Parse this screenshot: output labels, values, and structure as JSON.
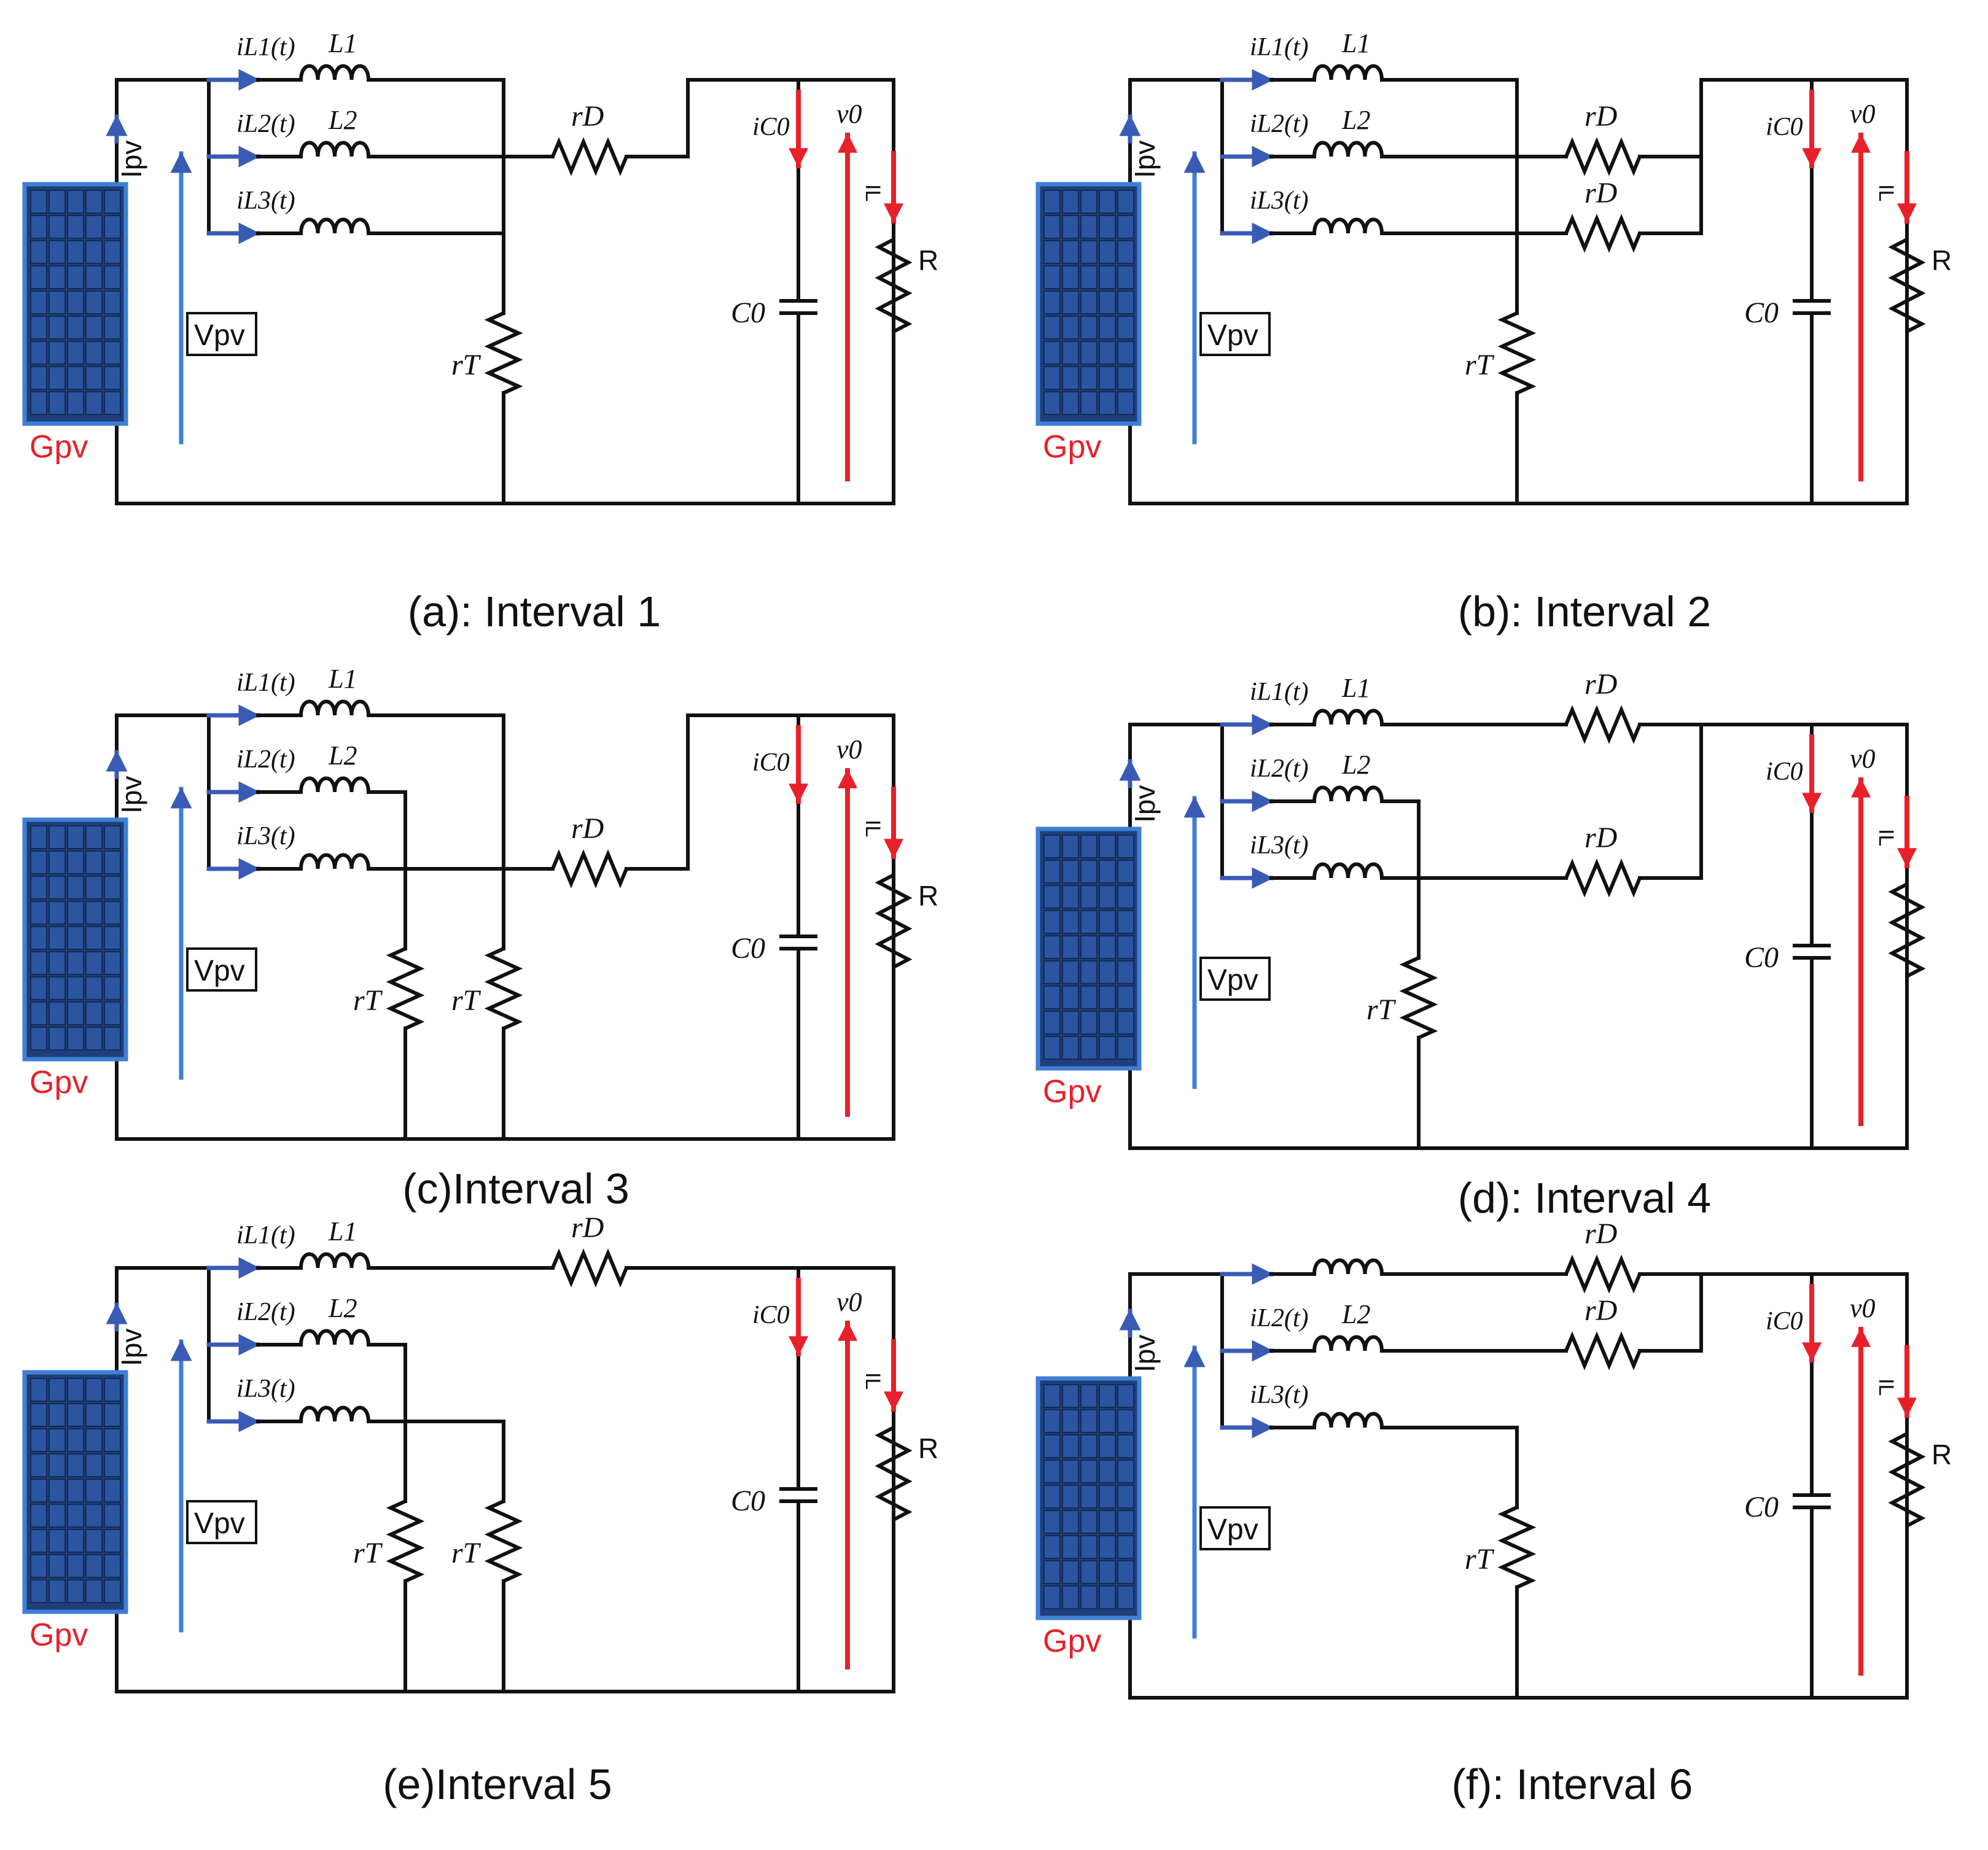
{
  "colors": {
    "wire": "#111111",
    "current_arrow": "#3a5bb5",
    "voltage_arrow": "#e8202a",
    "panel_fill": "#1f3f7a",
    "panel_frame": "#3f7fd6",
    "label_red": "#e8202a"
  },
  "common_labels": {
    "ipv": "Ipv",
    "vpv": "Vpv",
    "gpv": "Gpv",
    "ic0": "iC0",
    "v0": "v0",
    "c0": "C0",
    "r": "R",
    "il": "IL",
    "rt": "rT",
    "rd": "rD",
    "il1": "iL1(t)",
    "il2": "iL2(t)",
    "il3": "iL3(t)",
    "l1": "L1",
    "l2": "L2"
  },
  "panels": [
    {
      "caption": "(a): Interval 1",
      "shows_gpv": true,
      "shows_r": true,
      "shows_il": true,
      "shows_il1_label": true,
      "shows_l1": true,
      "shows_l2": true,
      "conduction": {
        "L1": "rT",
        "L2": "rD",
        "L3": "rT"
      },
      "shared_rd_branches": [
        "L2"
      ]
    },
    {
      "caption": "(b): Interval 2",
      "shows_gpv": true,
      "shows_r": true,
      "shows_il": true,
      "shows_il1_label": true,
      "shows_l1": true,
      "shows_l2": true,
      "conduction": {
        "L1": "rT",
        "L2": "rD",
        "L3": "rD"
      }
    },
    {
      "caption": "(c)Interval 3",
      "shows_gpv": true,
      "shows_r": true,
      "shows_il": true,
      "shows_il1_label": true,
      "shows_l1": true,
      "shows_l2": true,
      "conduction": {
        "L1": "rT",
        "L2": "rT",
        "L3": "rD"
      }
    },
    {
      "caption": "(d): Interval 4",
      "shows_gpv": true,
      "shows_r": false,
      "shows_il": true,
      "shows_il1_label": true,
      "shows_l1": true,
      "shows_l2": true,
      "conduction": {
        "L1": "rD",
        "L2": "rT",
        "L3": "rD"
      }
    },
    {
      "caption": "(e)Interval 5",
      "shows_gpv": true,
      "shows_r": true,
      "shows_il": true,
      "shows_il1_label": true,
      "shows_l1": true,
      "shows_l2": true,
      "conduction": {
        "L1": "rD",
        "L2": "rT",
        "L3": "rT"
      }
    },
    {
      "caption": "(f): Interval 6",
      "shows_gpv": true,
      "shows_r": true,
      "shows_il": true,
      "shows_il1_label": false,
      "shows_l1": false,
      "shows_l2": true,
      "conduction": {
        "L1": "rD",
        "L2": "rD",
        "L3": "rT"
      }
    }
  ]
}
